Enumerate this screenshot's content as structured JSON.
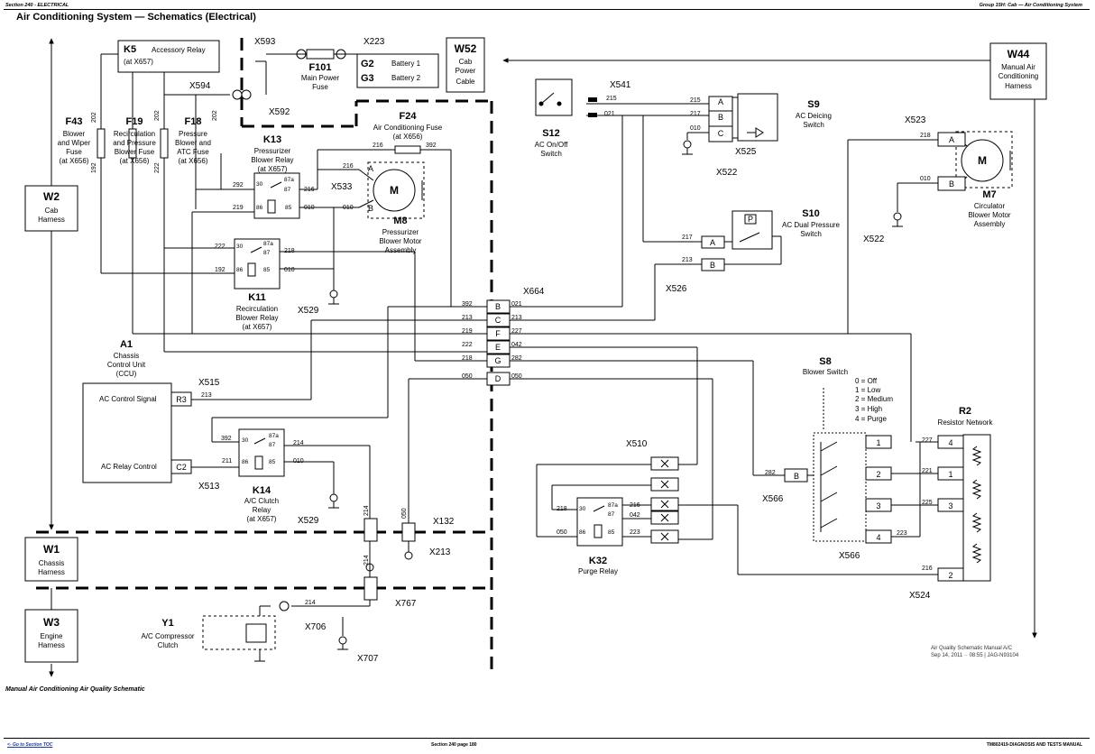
{
  "header": {
    "left": "Section 240 - ELECTRICAL",
    "right": "Group 15H: Cab — Air Conditioning System"
  },
  "title": "Air Conditioning System — Schematics (Electrical)",
  "caption": "Manual Air Conditioning Air Quality Schematic",
  "footer": {
    "link": "<- Go to Section TOC",
    "center": "Section 240 page 180",
    "right": "TM802419-DIAGNOSIS AND TESTS MANUAL"
  },
  "note": {
    "line1": "Air Quality Schematic Manual A/C",
    "line2": "Sep 14, 2011 ·· 08:55 | JAG-N93104"
  },
  "harnesses": {
    "w2": {
      "id": "W2",
      "l1": "Cab",
      "l2": "Harness"
    },
    "w1": {
      "id": "W1",
      "l1": "Chassis",
      "l2": "Harness"
    },
    "w3": {
      "id": "W3",
      "l1": "Engine",
      "l2": "Harness"
    },
    "w52": {
      "id": "W52",
      "l1": "Cab",
      "l2": "Power",
      "l3": "Cable"
    },
    "w44": {
      "id": "W44",
      "l1": "Manual Air",
      "l2": "Conditioning",
      "l3": "Harness"
    }
  },
  "k5": {
    "id": "K5",
    "name": "Accessory Relay",
    "loc": "(at X657)"
  },
  "g2": {
    "id": "G2",
    "name": "Battery 1"
  },
  "g3": {
    "id": "G3",
    "name": "Battery 2"
  },
  "f101": {
    "id": "F101",
    "l1": "Main Power",
    "l2": "Fuse"
  },
  "f43": {
    "id": "F43",
    "l1": "Blower",
    "l2": "and Wiper",
    "l3": "Fuse",
    "l4": "(at X656)"
  },
  "f19": {
    "id": "F19",
    "l1": "Recirculation",
    "l2": "and Pressure",
    "l3": "Blower Fuse",
    "l4": "(at X656)"
  },
  "f18": {
    "id": "F18",
    "l1": "Pressure",
    "l2": "Blower and",
    "l3": "ATC Fuse",
    "l4": "(at X656)"
  },
  "f24": {
    "id": "F24",
    "l1": "Air Conditioning Fuse",
    "l2": "(at X656)"
  },
  "k13": {
    "id": "K13",
    "l1": "Pressurizer",
    "l2": "Blower Relay",
    "l3": "(at X657)"
  },
  "k11": {
    "id": "K11",
    "l1": "Recirculation",
    "l2": "Blower Relay",
    "l3": "(at X657)"
  },
  "k14": {
    "id": "K14",
    "l1": "A/C Clutch",
    "l2": "Relay",
    "l3": "(at X657)"
  },
  "k32": {
    "id": "K32",
    "l1": "Purge Relay"
  },
  "m8": {
    "id": "M8",
    "l1": "Pressurizer",
    "l2": "Blower Motor",
    "l3": "Assembly"
  },
  "m7": {
    "id": "M7",
    "l1": "Circulator",
    "l2": "Blower Motor",
    "l3": "Assembly"
  },
  "a1": {
    "id": "A1",
    "l1": "Chassis",
    "l2": "Control Unit",
    "l3": "(CCU)",
    "sig1": "AC Control Signal",
    "sig2": "AC Relay Control",
    "pin1": "R3",
    "pin2": "C2"
  },
  "y1": {
    "id": "Y1",
    "l1": "A/C Compressor",
    "l2": "Clutch"
  },
  "s12": {
    "id": "S12",
    "l1": "AC On/Off",
    "l2": "Switch"
  },
  "s9": {
    "id": "S9",
    "l1": "AC Deicing",
    "l2": "Switch"
  },
  "s10": {
    "id": "S10",
    "l1": "AC Dual Pressure",
    "l2": "Switch"
  },
  "s8": {
    "id": "S8",
    "l1": "Blower Switch",
    "opts": [
      "0 = Off",
      "1 = Low",
      "2 = Medium",
      "3 = High",
      "4 = Purge"
    ]
  },
  "r2": {
    "id": "R2",
    "l1": "Resistor Network"
  },
  "connectors": {
    "x593": "X593",
    "x223": "X223",
    "x594": "X594",
    "x592": "X592",
    "x533": "X533",
    "x529a": "X529",
    "x529b": "X529",
    "x664": "X664",
    "x515": "X515",
    "x513": "X513",
    "x541": "X541",
    "x525": "X525",
    "x522a": "X522",
    "x522b": "X522",
    "x523": "X523",
    "x526": "X526",
    "x510": "X510",
    "x566a": "X566",
    "x566b": "X566",
    "x524": "X524",
    "x132": "X132",
    "x213": "X213",
    "x767": "X767",
    "x706": "X706",
    "x707": "X707"
  },
  "wires": {
    "w202a": "202",
    "w202b": "202",
    "w202c": "202",
    "w192": "192",
    "w222": "222",
    "w216a": "216",
    "w392a": "392",
    "w216b": "216",
    "w292": "292",
    "w216c": "216",
    "w219": "219",
    "w010a": "010",
    "w010b": "010",
    "w222b": "222",
    "w218a": "218",
    "w192b": "192",
    "w010c": "010",
    "w215a": "215",
    "w021a": "021",
    "w215b": "215",
    "w217a": "217",
    "w010d": "010",
    "w218b": "218",
    "w010e": "010",
    "w217b": "217",
    "w213a": "213",
    "x664l": [
      "392",
      "213",
      "219",
      "222",
      "218",
      "050"
    ],
    "x664r": [
      "021",
      "213",
      "227",
      "042",
      "282",
      "050"
    ],
    "w213b": "213",
    "w392b": "392",
    "w214a": "214",
    "w211": "211",
    "w010f": "010",
    "w214b": "214",
    "w214c": "214",
    "w050": "050",
    "w214d": "214",
    "w218c": "218",
    "w216d": "216",
    "w042": "042",
    "w050b": "050",
    "w223": "223",
    "w282": "282",
    "w227": "227",
    "w221": "221",
    "w225": "225",
    "w223b": "223",
    "w216e": "216"
  },
  "pins": {
    "x664": [
      "B",
      "C",
      "F",
      "E",
      "G",
      "D"
    ],
    "s8": [
      "1",
      "2",
      "3",
      "4"
    ],
    "r2": [
      "4",
      "1",
      "3",
      "2"
    ],
    "relay": [
      "30",
      "87a",
      "87",
      "86",
      "85"
    ]
  }
}
